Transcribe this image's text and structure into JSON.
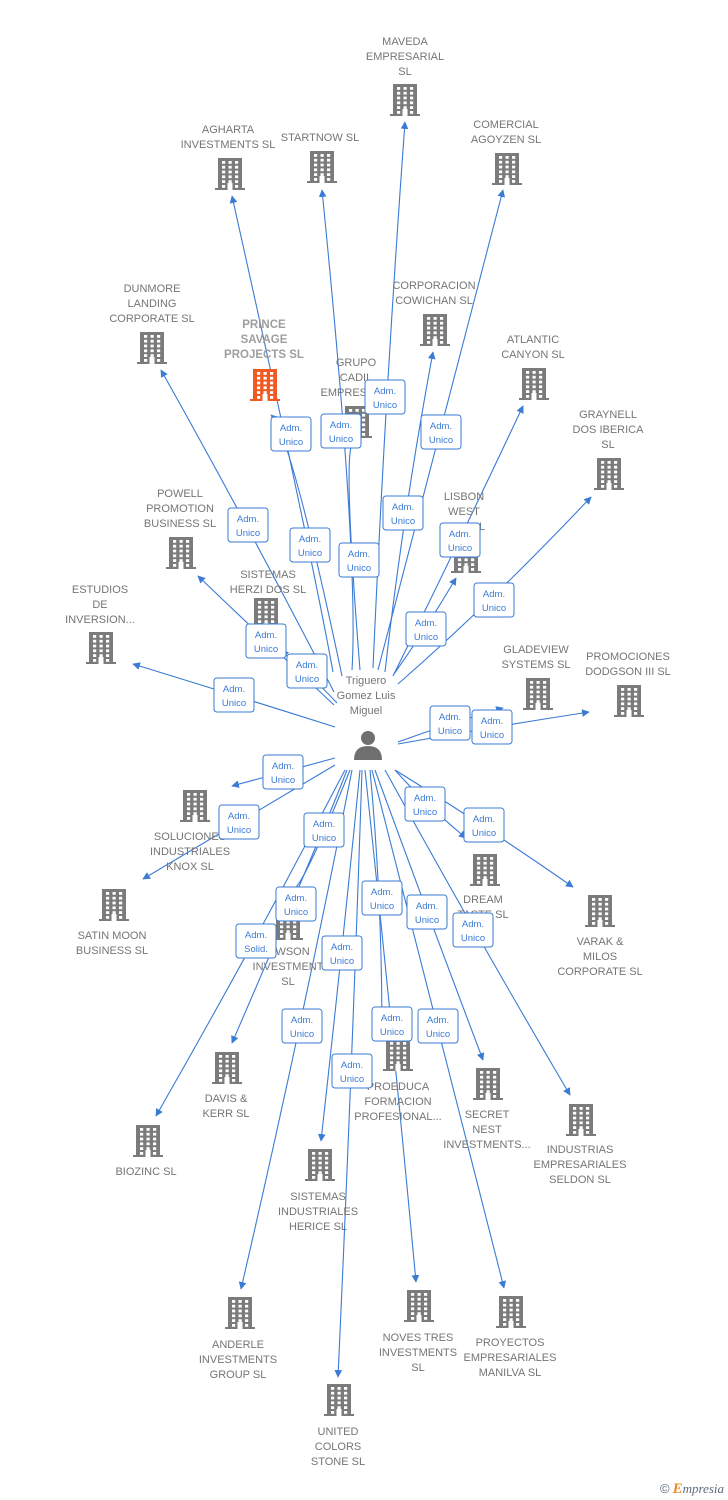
{
  "person": {
    "lines": [
      "Triguero",
      "Gomez Luis",
      "Miguel"
    ]
  },
  "colors": {
    "edge": "#3a7bd5",
    "node": "#7b7b7b",
    "highlight": "#f05a22"
  },
  "brand": {
    "copyright": "©",
    "e": "E",
    "rest": "mpresia"
  },
  "nodes": [
    {
      "id": "maveda",
      "lines": [
        "MAVEDA",
        "EMPRESARIAL",
        "SL"
      ],
      "highlight": false
    },
    {
      "id": "agharta",
      "lines": [
        "AGHARTA",
        "INVESTMENTS SL"
      ],
      "highlight": false
    },
    {
      "id": "startnow",
      "lines": [
        "STARTNOW SL"
      ],
      "highlight": false
    },
    {
      "id": "agoyzen",
      "lines": [
        "COMERCIAL",
        "AGOYZEN SL"
      ],
      "highlight": false
    },
    {
      "id": "dunmore",
      "lines": [
        "DUNMORE",
        "LANDING",
        "CORPORATE SL"
      ],
      "highlight": false
    },
    {
      "id": "cowichan",
      "lines": [
        "CORPORACION",
        "COWICHAN SL"
      ],
      "highlight": false
    },
    {
      "id": "prince",
      "lines": [
        "PRINCE",
        "SAVAGE",
        "PROJECTS  SL"
      ],
      "highlight": true
    },
    {
      "id": "cadil",
      "lines": [
        "GRUPO",
        "CADIL",
        "EMPRESAR..."
      ],
      "highlight": false
    },
    {
      "id": "atlantic",
      "lines": [
        "ATLANTIC",
        "CANYON SL"
      ],
      "highlight": false
    },
    {
      "id": "graynell",
      "lines": [
        "GRAYNELL",
        "DOS IBERICA",
        "SL"
      ],
      "highlight": false
    },
    {
      "id": "powell",
      "lines": [
        "POWELL",
        "PROMOTION",
        "BUSINESS  SL"
      ],
      "highlight": false
    },
    {
      "id": "lisbon",
      "lines": [
        "LISBON",
        "WEST",
        "CO...  SL"
      ],
      "highlight": false
    },
    {
      "id": "herzi",
      "lines": [
        "SISTEMAS",
        "HERZI DOS SL"
      ],
      "highlight": false
    },
    {
      "id": "estudios",
      "lines": [
        "ESTUDIOS",
        "DE",
        "INVERSION..."
      ],
      "highlight": false
    },
    {
      "id": "gladeview",
      "lines": [
        "GLADEVIEW",
        "SYSTEMS  SL"
      ],
      "highlight": false
    },
    {
      "id": "dodgson",
      "lines": [
        "PROMOCIONES",
        "DODGSON III SL"
      ],
      "highlight": false
    },
    {
      "id": "knox",
      "lines": [
        "SOLUCIONES",
        "INDUSTRIALES",
        "KNOX SL"
      ],
      "highlight": false
    },
    {
      "id": "satin",
      "lines": [
        "SATIN MOON",
        "BUSINESS SL"
      ],
      "highlight": false
    },
    {
      "id": "dream",
      "lines": [
        "DREAM",
        "TASTE SL"
      ],
      "highlight": false
    },
    {
      "id": "varak",
      "lines": [
        "VARAK &",
        "MILOS",
        "CORPORATE SL"
      ],
      "highlight": false
    },
    {
      "id": "dawson",
      "lines": [
        "...WSON",
        "INVESTMENT",
        "SL"
      ],
      "highlight": false
    },
    {
      "id": "davis",
      "lines": [
        "DAVIS &",
        "KERR SL"
      ],
      "highlight": false
    },
    {
      "id": "proeduca",
      "lines": [
        "PROEDUCA",
        "FORMACION",
        "PROFESIONAL..."
      ],
      "highlight": false
    },
    {
      "id": "secret",
      "lines": [
        "SECRET",
        "NEST",
        "INVESTMENTS..."
      ],
      "highlight": false
    },
    {
      "id": "seldon",
      "lines": [
        "INDUSTRIAS",
        "EMPRESARIALES",
        "SELDON SL"
      ],
      "highlight": false
    },
    {
      "id": "biozinc",
      "lines": [
        "BIOZINC SL"
      ],
      "highlight": false
    },
    {
      "id": "herice",
      "lines": [
        "SISTEMAS",
        "INDUSTRIALES",
        "HERICE  SL"
      ],
      "highlight": false
    },
    {
      "id": "anderle",
      "lines": [
        "ANDERLE",
        "INVESTMENTS",
        "GROUP SL"
      ],
      "highlight": false
    },
    {
      "id": "noves",
      "lines": [
        "NOVES TRES",
        "INVESTMENTS",
        "SL"
      ],
      "highlight": false
    },
    {
      "id": "manilva",
      "lines": [
        "PROYECTOS",
        "EMPRESARIALES",
        "MANILVA SL"
      ],
      "highlight": false
    },
    {
      "id": "united",
      "lines": [
        "UNITED",
        "COLORS",
        "STONE SL"
      ],
      "highlight": false
    }
  ],
  "edges": [
    {
      "to": "maveda",
      "label": [
        "Adm.",
        "Unico"
      ]
    },
    {
      "to": "agharta",
      "label": [
        "Adm.",
        "Unico"
      ]
    },
    {
      "to": "startnow",
      "label": [
        "Adm.",
        "Unico"
      ]
    },
    {
      "to": "agoyzen",
      "label": [
        "Adm.",
        "Unico"
      ]
    },
    {
      "to": "dunmore",
      "label": [
        "Adm.",
        "Unico"
      ]
    },
    {
      "to": "cowichan",
      "label": [
        "Adm.",
        "Unico"
      ]
    },
    {
      "to": "prince",
      "label": [
        "Adm.",
        "Unico"
      ]
    },
    {
      "to": "cadil",
      "label": [
        "Adm.",
        "Unico"
      ]
    },
    {
      "to": "atlantic",
      "label": [
        "Adm.",
        "Unico"
      ]
    },
    {
      "to": "graynell",
      "label": [
        "Adm.",
        "Unico"
      ]
    },
    {
      "to": "powell",
      "label": [
        "Adm.",
        "Unico"
      ]
    },
    {
      "to": "lisbon",
      "label": [
        "Adm.",
        "Unico"
      ]
    },
    {
      "to": "herzi",
      "label": [
        "Adm.",
        "Unico"
      ]
    },
    {
      "to": "estudios",
      "label": [
        "Adm.",
        "Unico"
      ]
    },
    {
      "to": "gladeview",
      "label": [
        "Adm.",
        "Unico"
      ]
    },
    {
      "to": "dodgson",
      "label": [
        "Adm.",
        "Unico"
      ]
    },
    {
      "to": "knox",
      "label": [
        "Adm.",
        "Unico"
      ]
    },
    {
      "to": "satin",
      "label": [
        "Adm.",
        "Unico"
      ]
    },
    {
      "to": "dream",
      "label": [
        "Adm.",
        "Unico"
      ]
    },
    {
      "to": "varak",
      "label": [
        "Adm.",
        "Unico"
      ]
    },
    {
      "to": "dawson",
      "label": [
        "Adm.",
        "Unico"
      ]
    },
    {
      "to": "davis",
      "label": [
        "Adm.",
        "Unico"
      ]
    },
    {
      "to": "proeduca",
      "label": [
        "Adm.",
        "Unico"
      ]
    },
    {
      "to": "secret",
      "label": [
        "Adm.",
        "Unico"
      ]
    },
    {
      "to": "seldon",
      "label": [
        "Adm.",
        "Unico"
      ]
    },
    {
      "to": "biozinc",
      "label": [
        "Adm.",
        "Solid."
      ]
    },
    {
      "to": "herice",
      "label": [
        "Adm.",
        "Unico"
      ]
    },
    {
      "to": "anderle",
      "label": [
        "Adm.",
        "Unico"
      ]
    },
    {
      "to": "noves",
      "label": [
        "Adm.",
        "Unico"
      ]
    },
    {
      "to": "manilva",
      "label": [
        "Adm.",
        "Unico"
      ]
    },
    {
      "to": "united",
      "label": [
        "Adm.",
        "Unico"
      ]
    }
  ]
}
